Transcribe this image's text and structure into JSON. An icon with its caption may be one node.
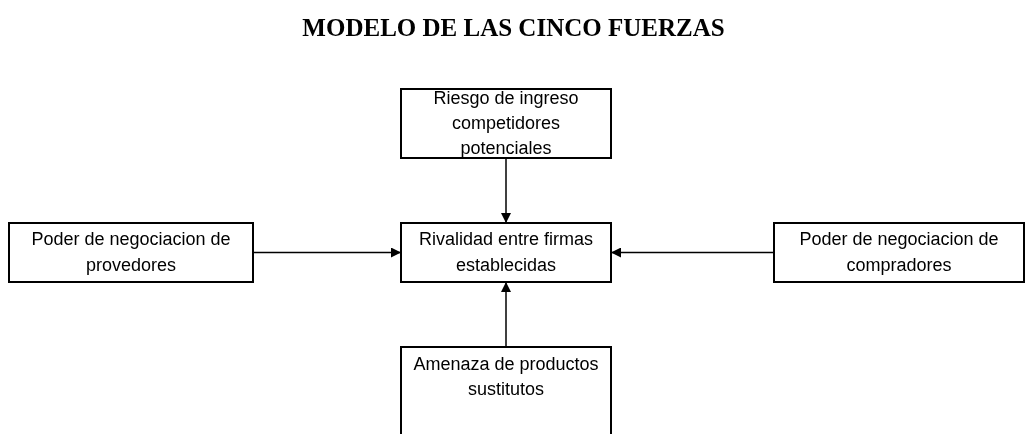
{
  "diagram": {
    "title": "MODELO DE LAS CINCO FUERZAS",
    "nodes": [
      {
        "text": [
          "Riesgo de ingreso competidores potenciales"
        ]
      },
      {
        "text": [
          "Poder de negociacion de provedores"
        ]
      },
      {
        "text": [
          "Rivalidad entre firmas establecidas"
        ]
      },
      {
        "text": [
          "Poder de negociacion de compradores"
        ]
      },
      {
        "text": [
          "Amenaza de productos sustitutos"
        ]
      }
    ],
    "edges": [
      {
        "from": 0,
        "to": 2,
        "arrow": "to"
      },
      {
        "from": 1,
        "to": 2,
        "arrow": "to"
      },
      {
        "from": 3,
        "to": 2,
        "arrow": "to"
      },
      {
        "from": 4,
        "to": 2,
        "arrow": "to"
      }
    ]
  }
}
